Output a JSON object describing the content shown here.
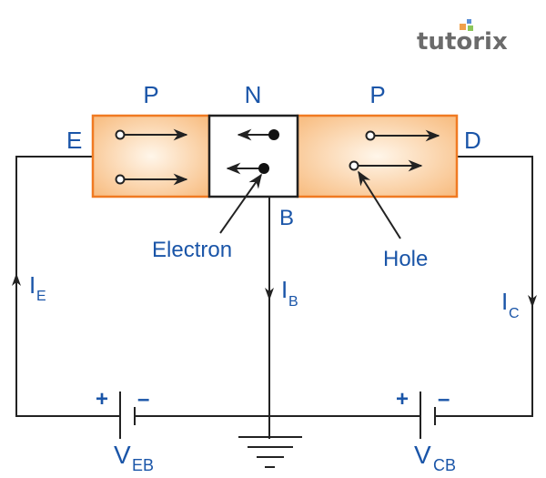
{
  "logo": {
    "text": "tutorix",
    "dot_colors": [
      "#5b8fd6",
      "#f0a04b",
      "#8cc65a"
    ]
  },
  "regions": [
    {
      "label": "P",
      "type": "p-type",
      "side": "emitter"
    },
    {
      "label": "N",
      "type": "n-type",
      "side": "base"
    },
    {
      "label": "P",
      "type": "p-type",
      "side": "collector"
    }
  ],
  "terminals": {
    "emitter": "E",
    "base": "B",
    "collector": "D"
  },
  "annotations": {
    "electron": "Electron",
    "hole": "Hole"
  },
  "currents": {
    "emitter": {
      "main": "I",
      "sub": "E",
      "direction": "up"
    },
    "base": {
      "main": "I",
      "sub": "B",
      "direction": "down"
    },
    "collector": {
      "main": "I",
      "sub": "C",
      "direction": "down"
    }
  },
  "sources": [
    {
      "main": "V",
      "sub": "EB",
      "plus": "+",
      "minus": "–"
    },
    {
      "main": "V",
      "sub": "CB",
      "plus": "+",
      "minus": "–"
    }
  ],
  "colors": {
    "label_blue": "#1a55a8",
    "p_fill_center": "#fff3e4",
    "p_fill_edge": "#f8c28a",
    "p_border": "#f07a22",
    "wire": "#222222"
  }
}
